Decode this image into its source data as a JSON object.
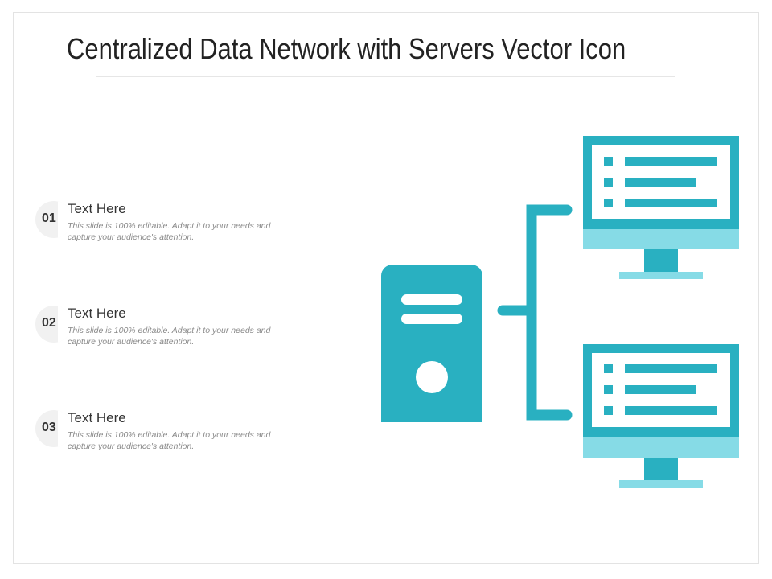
{
  "slide": {
    "title": "Centralized Data Network with Servers Vector Icon"
  },
  "items": [
    {
      "number": "01",
      "heading": "Text Here",
      "description": "This slide is 100% editable. Adapt it to your needs and capture your audience's attention."
    },
    {
      "number": "02",
      "heading": "Text Here",
      "description": "This slide is 100% editable. Adapt it to your needs and capture your audience's attention."
    },
    {
      "number": "03",
      "heading": "Text Here",
      "description": "This slide is 100% editable. Adapt it to your needs and capture your audience's attention."
    }
  ],
  "colors": {
    "primary": "#29b0c1",
    "light": "#86dbe6",
    "text": "#333333",
    "muted": "#8a8a8a"
  },
  "icons": [
    "server-tower-icon",
    "monitor-icon",
    "connector-lines"
  ]
}
